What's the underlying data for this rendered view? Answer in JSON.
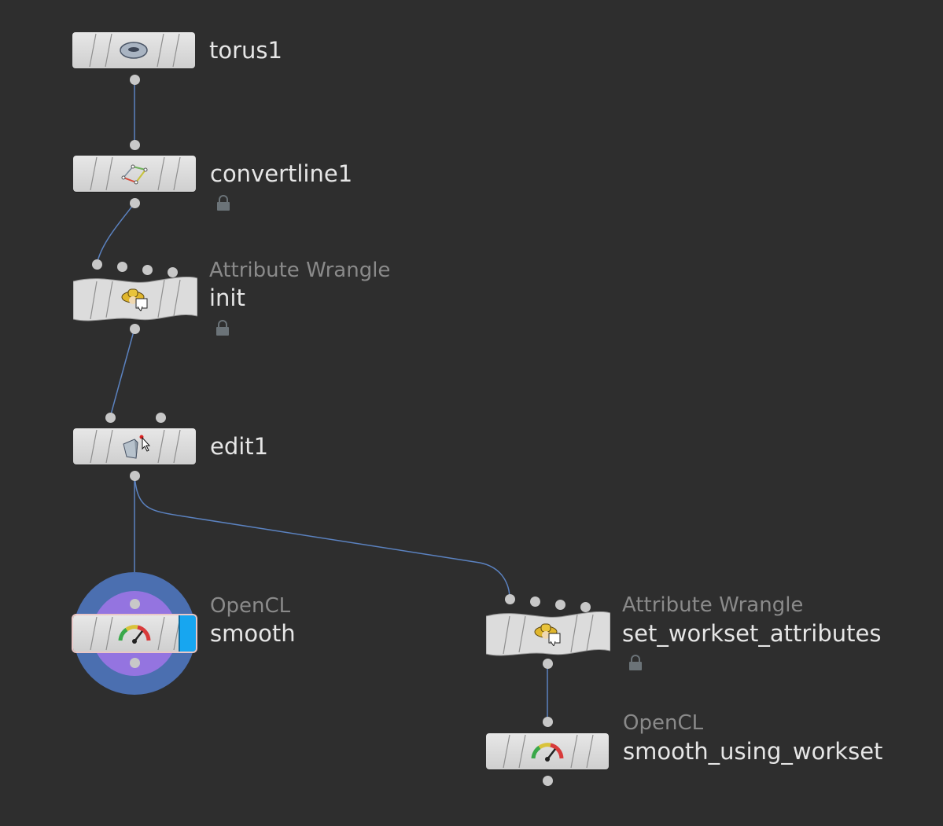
{
  "canvas": {
    "background": "#2e2e2e",
    "wire_color": "#5b82c0"
  },
  "nodes": {
    "torus1": {
      "name": "torus1",
      "icon": "torus-icon"
    },
    "convertline1": {
      "name": "convertline1",
      "icon": "convertline-icon",
      "locked": true
    },
    "init": {
      "type": "Attribute Wrangle",
      "name": "init",
      "icon": "wrangle-icon",
      "locked": true
    },
    "edit1": {
      "name": "edit1",
      "icon": "edit-icon"
    },
    "smooth": {
      "type": "OpenCL",
      "name": "smooth",
      "icon": "gauge-icon",
      "display_flag": true,
      "selected": true
    },
    "set_workset_attributes": {
      "type": "Attribute Wrangle",
      "name": "set_workset_attributes",
      "icon": "wrangle-icon",
      "locked": true
    },
    "smooth_using_workset": {
      "type": "OpenCL",
      "name": "smooth_using_workset",
      "icon": "gauge-icon"
    }
  }
}
